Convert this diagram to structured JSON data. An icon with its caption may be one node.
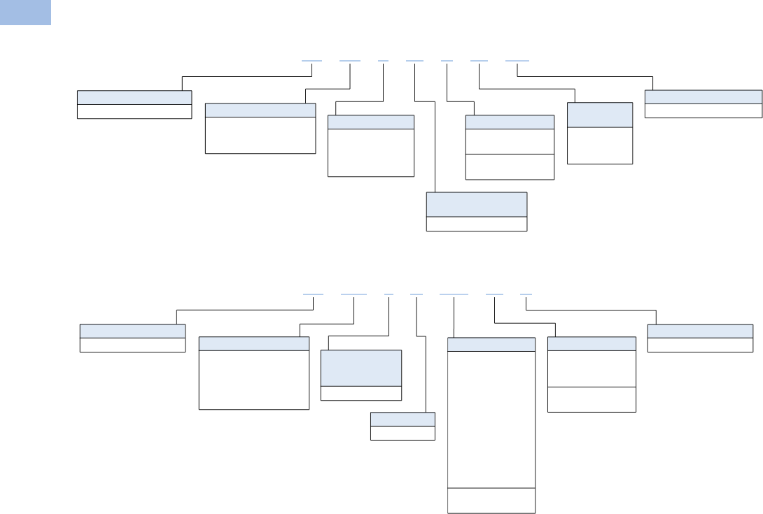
{
  "diagram": {
    "nodes": [
      {
        "text": [],
        "shape": "line"
      },
      {
        "text": [],
        "shape": "line"
      },
      {
        "text": [],
        "shape": "line"
      },
      {
        "text": [],
        "shape": "line"
      },
      {
        "text": [],
        "shape": "line"
      },
      {
        "text": [],
        "shape": "line"
      },
      {
        "text": [],
        "shape": "line"
      },
      {
        "text": [],
        "shape": "box"
      },
      {
        "text": [],
        "shape": "box"
      },
      {
        "text": [],
        "shape": "box"
      },
      {
        "text": [],
        "shape": "box"
      },
      {
        "text": [],
        "shape": "box"
      },
      {
        "text": [],
        "shape": "box"
      },
      {
        "text": [],
        "shape": "box"
      },
      {
        "text": [],
        "shape": "line"
      },
      {
        "text": [],
        "shape": "line"
      },
      {
        "text": [],
        "shape": "line"
      },
      {
        "text": [],
        "shape": "line"
      },
      {
        "text": [],
        "shape": "line"
      },
      {
        "text": [],
        "shape": "line"
      },
      {
        "text": [],
        "shape": "line"
      },
      {
        "text": [],
        "shape": "box"
      },
      {
        "text": [],
        "shape": "box"
      },
      {
        "text": [],
        "shape": "box"
      },
      {
        "text": [],
        "shape": "box"
      },
      {
        "text": [],
        "shape": "box"
      },
      {
        "text": [],
        "shape": "box"
      },
      {
        "text": [],
        "shape": "box"
      }
    ],
    "edges": [
      {
        "from": 0,
        "to": 7,
        "arrow": "none"
      },
      {
        "from": 1,
        "to": 8,
        "arrow": "none"
      },
      {
        "from": 2,
        "to": 9,
        "arrow": "none"
      },
      {
        "from": 3,
        "to": 10,
        "arrow": "none"
      },
      {
        "from": 4,
        "to": 11,
        "arrow": "none"
      },
      {
        "from": 5,
        "to": 12,
        "arrow": "none"
      },
      {
        "from": 6,
        "to": 13,
        "arrow": "none"
      },
      {
        "from": 14,
        "to": 21,
        "arrow": "none"
      },
      {
        "from": 15,
        "to": 22,
        "arrow": "none"
      },
      {
        "from": 16,
        "to": 23,
        "arrow": "none"
      },
      {
        "from": 17,
        "to": 24,
        "arrow": "none"
      },
      {
        "from": 18,
        "to": 25,
        "arrow": "none"
      },
      {
        "from": 19,
        "to": 26,
        "arrow": "none"
      },
      {
        "from": 20,
        "to": 27,
        "arrow": "none"
      }
    ]
  }
}
